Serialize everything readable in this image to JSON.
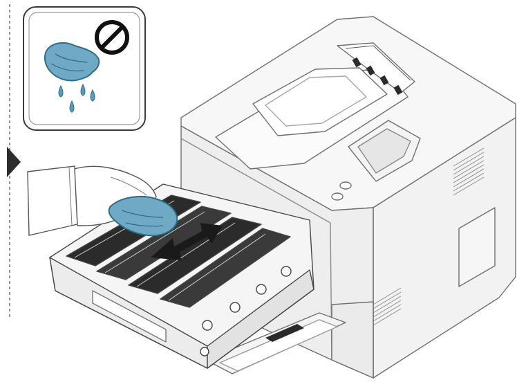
{
  "colors": {
    "outline": "#6f6f6f",
    "line_light": "#a8a8a8",
    "body_fill": "#f7f7f7",
    "body_shade": "#eeeeee",
    "dark_parts": "#2b2b2b",
    "arrow": "#1a1a1a",
    "cloth": "#6fa9c4",
    "cloth_dark": "#2f6c8c",
    "water_drop": "#5b9bbd",
    "inset_frame": "#3a3a3a",
    "prohibited": "#111111"
  },
  "icons": {
    "inset": "wet-cloth-prohibited-icon",
    "prohibited": "no-symbol-icon",
    "pointer": "triangle-pointer-icon",
    "motion": "double-headed-arrow-icon"
  },
  "scene": {
    "device": "laser-printer",
    "state": "front-door-open-toner-drawer-pulled-out",
    "action": "wipe-drawer-with-dry-cloth"
  }
}
